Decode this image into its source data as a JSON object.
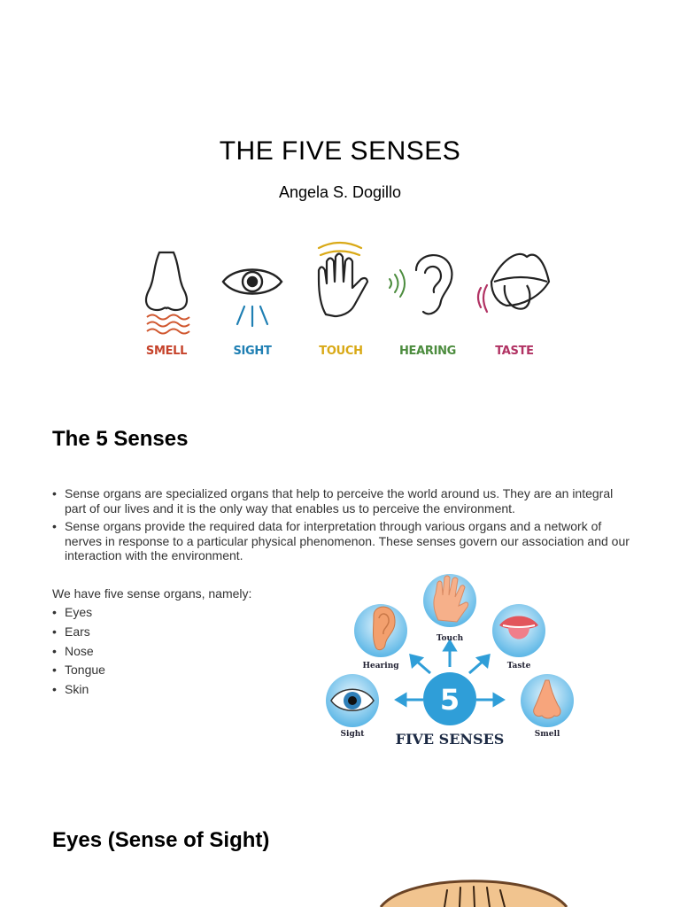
{
  "title": "THE FIVE SENSES",
  "author": "Angela S. Dogillo",
  "strip": {
    "labels": [
      "SMELL",
      "SIGHT",
      "TOUCH",
      "HEARING",
      "TASTE"
    ],
    "colors": [
      "#c6432b",
      "#1f7fb3",
      "#d9a916",
      "#4c8c3e",
      "#b13263"
    ]
  },
  "section_heading": "The 5 Senses",
  "bullets": [
    "Sense organs are specialized organs that help to perceive the world around us. They are an integral part of our lives and it is the only way that enables us to perceive the environment.",
    "Sense organs provide the required data for interpretation through various organs and a network of nerves in response to a particular physical phenomenon. These senses govern our association and our interaction with the environment."
  ],
  "intro": "We have five sense organs, namely:",
  "organs": [
    "Eyes",
    "Ears",
    "Nose",
    "Tongue",
    "Skin"
  ],
  "diagram": {
    "number": "5",
    "title": "FIVE SENSES",
    "labels": {
      "touch": "Touch",
      "hearing": "Hearing",
      "taste": "Taste",
      "sight": "Sight",
      "smell": "Smell"
    },
    "accent": "#2f9ed8"
  },
  "eyes_heading": "Eyes (Sense of Sight)"
}
